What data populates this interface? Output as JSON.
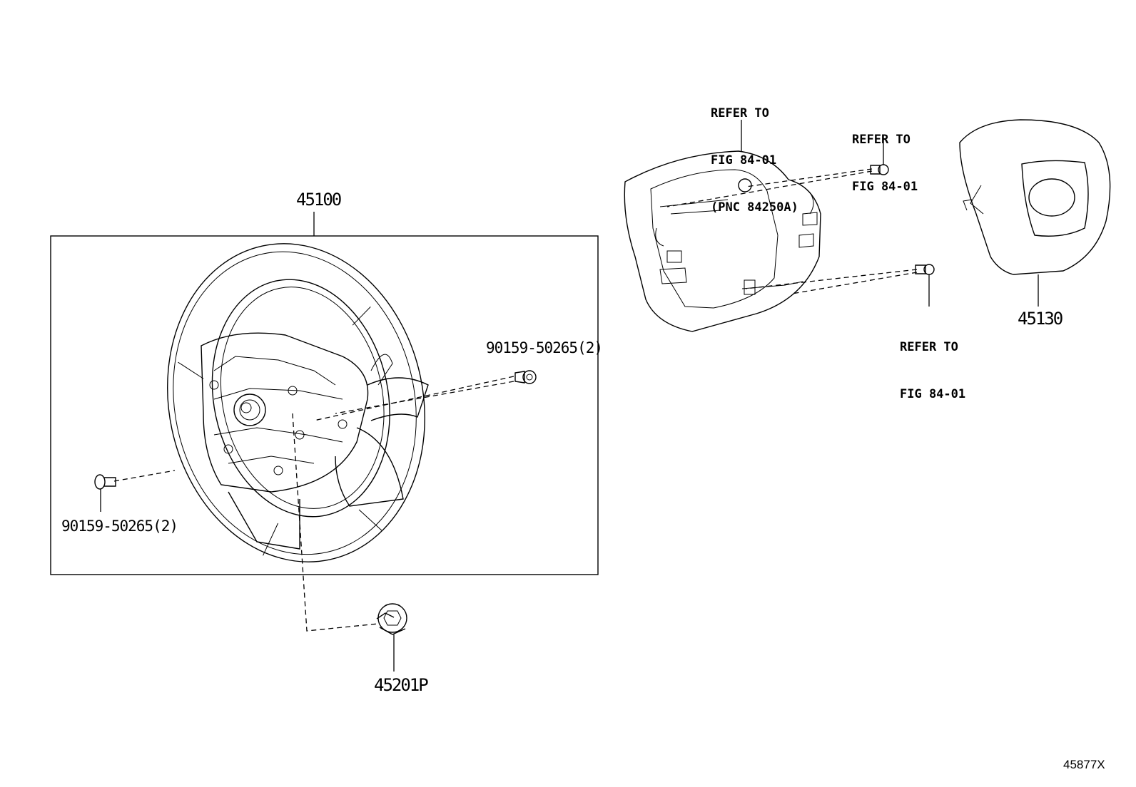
{
  "diagram": {
    "labels": {
      "steering_wheel_assy": "45100",
      "screw_right": "90159-50265(2)",
      "screw_left": "90159-50265(2)",
      "bolt": "45201P",
      "airbag": "45130",
      "ref_cover": [
        "REFER TO",
        "FIG 84-01",
        "(PNC 84250A)"
      ],
      "ref_screw_top": [
        "REFER TO",
        "FIG 84-01"
      ],
      "ref_screw_bottom": [
        "REFER TO",
        "FIG 84-01"
      ]
    },
    "figure_code": "45877X"
  }
}
